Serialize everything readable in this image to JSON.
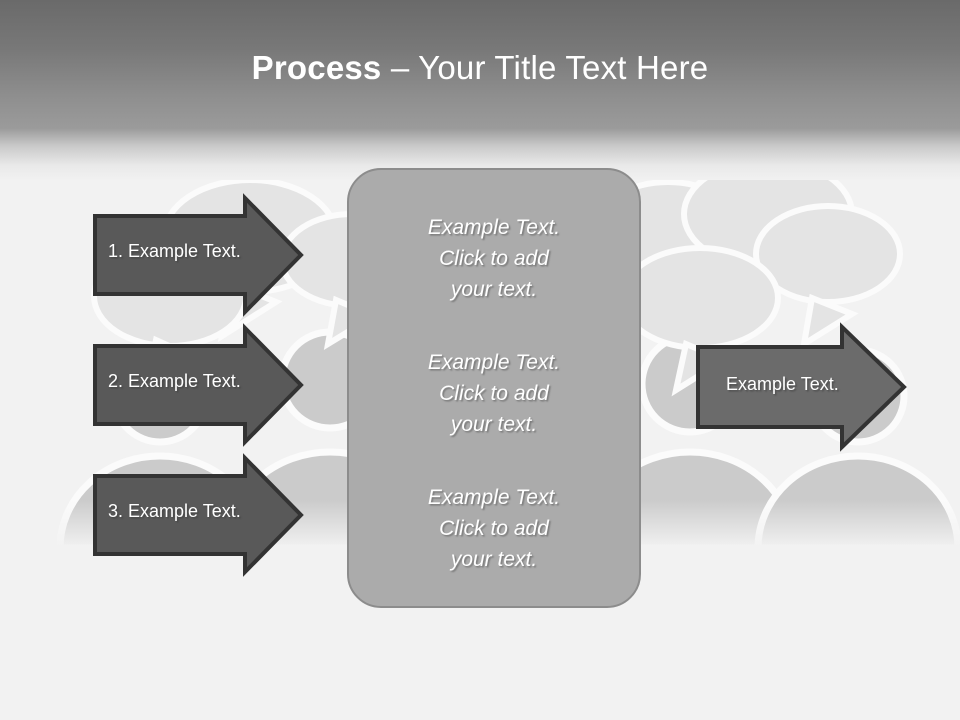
{
  "slide": {
    "title_bold": "Process",
    "title_rest": " – Your Title Text Here",
    "background_watermark": "speech-bubbles-and-people-silhouettes"
  },
  "colors": {
    "header_gradient_top": "#6a6a6a",
    "header_gradient_bottom": "#9b9b9b",
    "slide_background": "#f2f2f2",
    "panel_fill": "#ababab",
    "panel_border": "#8c8c8c",
    "arrow_fill_left": "#595959",
    "arrow_fill_right": "#6b6b6b",
    "arrow_border": "#333333",
    "text_white": "#ffffff",
    "watermark_fill": "#e3e3e3",
    "watermark_outline": "#fbfbfb",
    "silhouette_fill": "#cbcbcb"
  },
  "input_arrows": [
    {
      "label": "1. Example Text."
    },
    {
      "label": "2. Example Text."
    },
    {
      "label": "3. Example Text."
    }
  ],
  "center_panel": {
    "blocks": [
      {
        "text": "Example Text.\nClick  to add\nyour text."
      },
      {
        "text": "Example Text.\nClick  to add\nyour text."
      },
      {
        "text": "Example Text.\nClick  to add\nyour text."
      }
    ]
  },
  "output_arrow": {
    "label": "Example Text."
  }
}
